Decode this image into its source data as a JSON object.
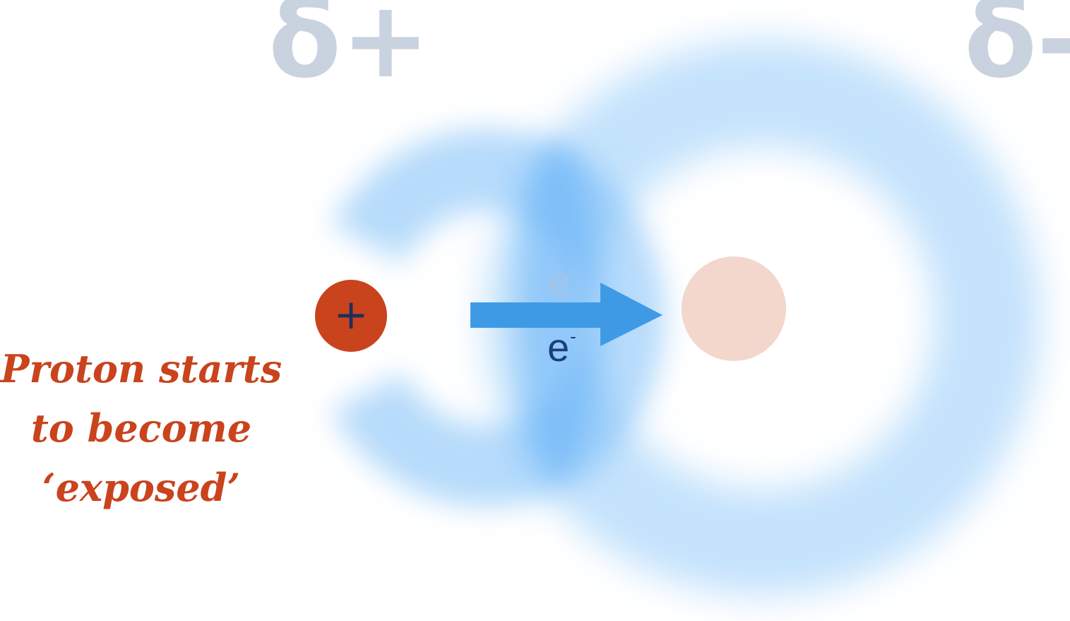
{
  "labels": {
    "delta_plus": "δ+",
    "delta_minus": "δ-",
    "proton_sign": "+",
    "electron_ghost": "e",
    "electron_ghost_charge": "-",
    "electron": "e",
    "electron_charge": "-",
    "caption_lines": [
      "Proton starts",
      "to become",
      "‘exposed’"
    ]
  },
  "colors": {
    "delta": "#c9d3df",
    "proton": "#c9431d",
    "proton_sign": "#1a2f5c",
    "nucleus": "#f3d6cc",
    "electron_ghost": "#a6c3e6",
    "electron": "#1a3f78",
    "arrow": "#3f9ae6",
    "caption": "#c9431d",
    "cloud": "#7cbef8",
    "cloud_dense": "#5fb0f7"
  },
  "icons": {
    "arrow": "right-arrow-icon"
  }
}
